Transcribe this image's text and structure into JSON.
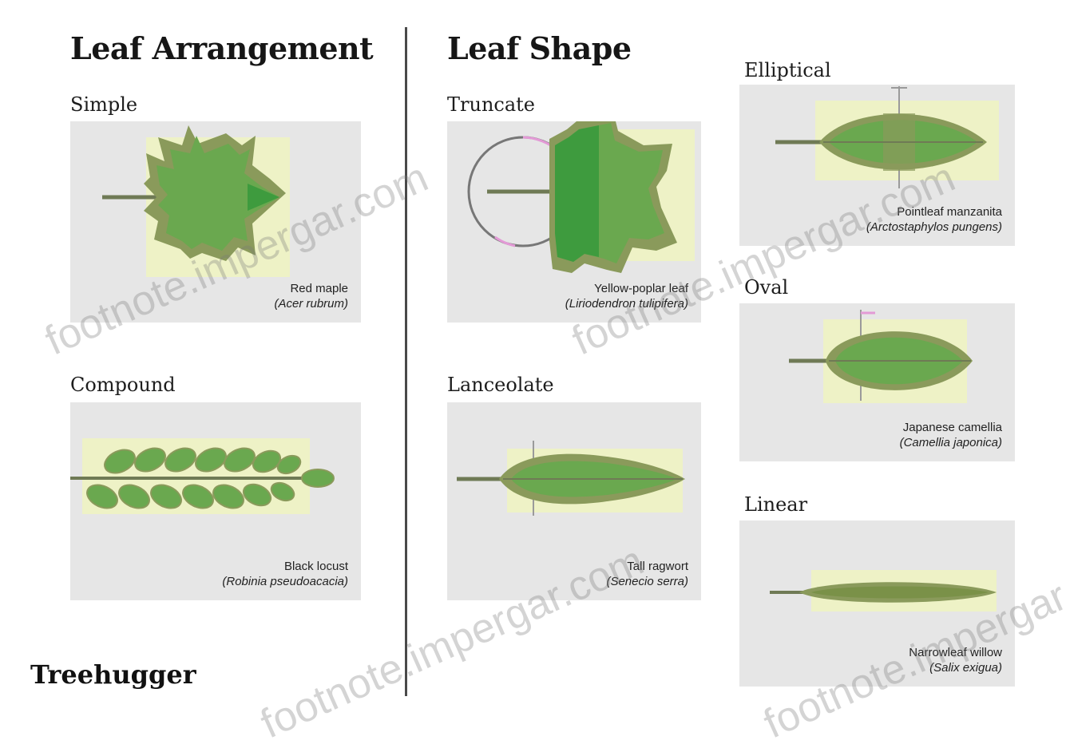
{
  "sections": {
    "arrangement_title": "Leaf Arrangement",
    "shape_title": "Leaf Shape"
  },
  "panels": {
    "simple": {
      "label": "Simple",
      "common": "Red maple",
      "scientific": "(Acer rubrum)"
    },
    "compound": {
      "label": "Compound",
      "common": "Black locust",
      "scientific": "(Robinia pseudoacacia)"
    },
    "truncate": {
      "label": "Truncate",
      "common": "Yellow-poplar leaf",
      "scientific": "(Liriodendron tulipifera)"
    },
    "lanceolate": {
      "label": "Lanceolate",
      "common": "Tall ragwort",
      "scientific": "(Senecio serra)"
    },
    "elliptical": {
      "label": "Elliptical",
      "common": "Pointleaf manzanita",
      "scientific": "(Arctostaphylos pungens)"
    },
    "oval": {
      "label": "Oval",
      "common": "Japanese camellia",
      "scientific": "(Camellia japonica)"
    },
    "linear": {
      "label": "Linear",
      "common": "Narrowleaf willow",
      "scientific": "(Salix exigua)"
    }
  },
  "brand": "Treehugger",
  "watermark": "footnote.impergar.com",
  "colors": {
    "panel_bg": "#e6e6e6",
    "leaf_dark": "#8a9a5b",
    "leaf_mid": "#6aa84f",
    "leaf_bright": "#3e9b3e",
    "highlight": "#eef2c6",
    "stem": "#6f7a55"
  }
}
